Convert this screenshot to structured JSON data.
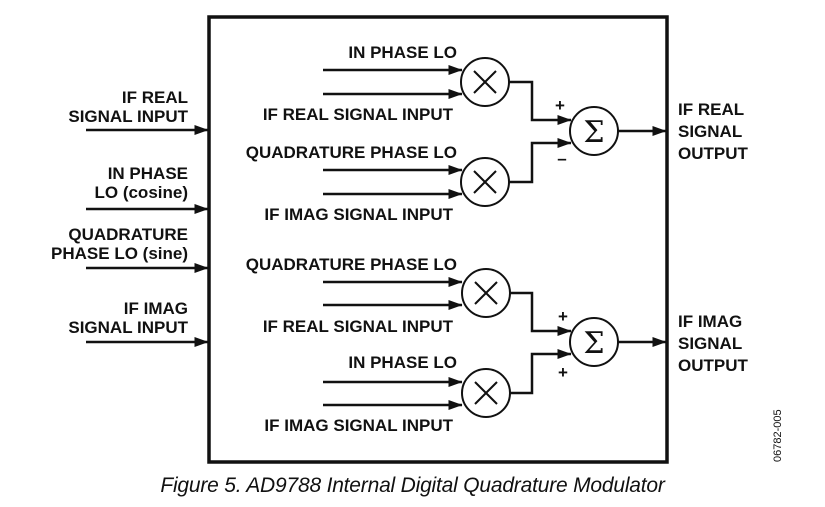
{
  "figure": {
    "caption": "Figure 5. AD9788 Internal Digital Quadrature Modulator",
    "doc_id": "06782-005"
  },
  "external_inputs": [
    {
      "line1": "IF REAL",
      "line2": "SIGNAL INPUT"
    },
    {
      "line1": "IN PHASE",
      "line2": "LO (cosine)"
    },
    {
      "line1": "QUADRATURE",
      "line2": "PHASE LO (sine)"
    },
    {
      "line1": "IF IMAG",
      "line2": "SIGNAL INPUT"
    }
  ],
  "multipliers": [
    {
      "top_input": "IN PHASE LO",
      "bottom_input": "IF REAL SIGNAL INPUT"
    },
    {
      "top_input": "QUADRATURE PHASE LO",
      "bottom_input": "IF IMAG SIGNAL INPUT"
    },
    {
      "top_input": "QUADRATURE PHASE LO",
      "bottom_input": "IF REAL SIGNAL INPUT"
    },
    {
      "top_input": "IN PHASE LO",
      "bottom_input": "IF IMAG SIGNAL INPUT"
    }
  ],
  "summers": [
    {
      "symbol": "Σ",
      "top_sign": "+",
      "bottom_sign": "–"
    },
    {
      "symbol": "Σ",
      "top_sign": "+",
      "bottom_sign": "+"
    }
  ],
  "outputs": [
    {
      "line1": "IF REAL",
      "line2": "SIGNAL",
      "line3": "OUTPUT"
    },
    {
      "line1": "IF IMAG",
      "line2": "SIGNAL",
      "line3": "OUTPUT"
    }
  ],
  "icons": {
    "multiplier": "multiply-circle-icon",
    "summer": "sigma-circle-icon",
    "arrow": "arrow-right-icon"
  }
}
